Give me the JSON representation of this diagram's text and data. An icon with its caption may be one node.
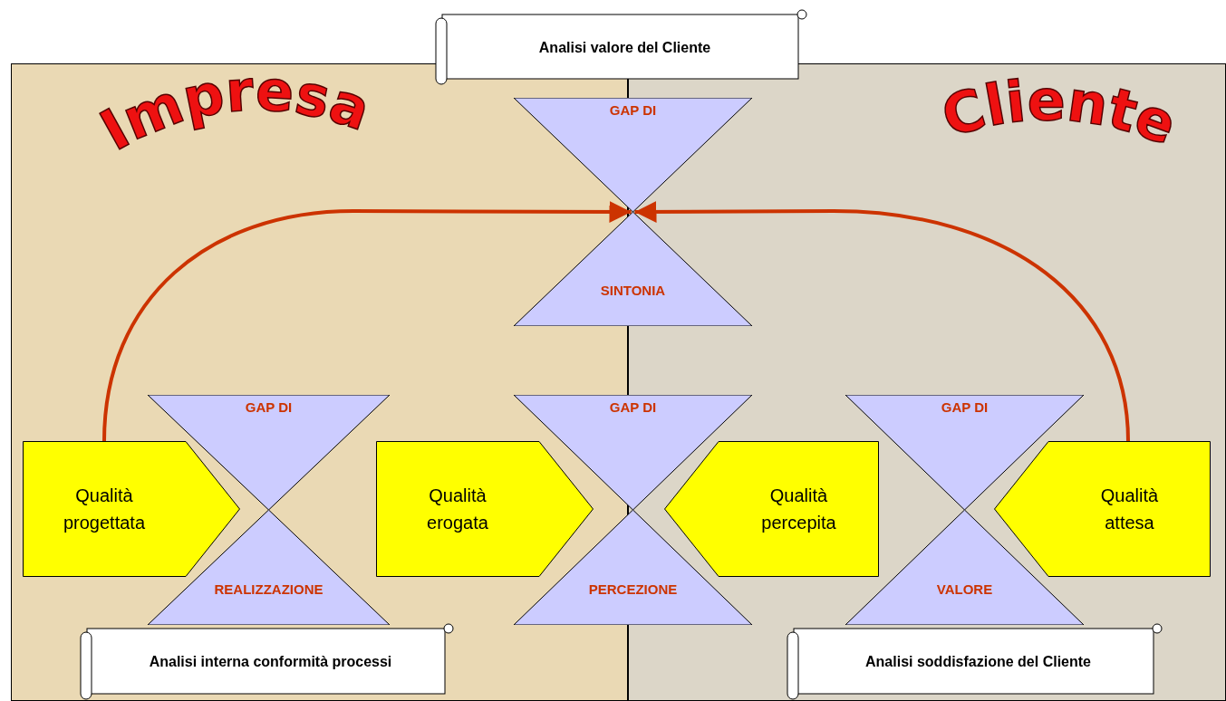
{
  "diagram": {
    "nodes": [
      {
        "text": [
          "Analisi valore del Cliente"
        ]
      },
      {
        "text": [
          "GAP DI",
          "SINTONIA"
        ]
      },
      {
        "text": [
          "Qualità progettata"
        ]
      },
      {
        "text": [
          "GAP DI",
          "REALIZZAZIONE"
        ]
      },
      {
        "text": [
          "Qualità erogata"
        ]
      },
      {
        "text": [
          "GAP DI",
          "PERCEZIONE"
        ]
      },
      {
        "text": [
          "Qualità percepita"
        ]
      },
      {
        "text": [
          "GAP DI",
          "VALORE"
        ]
      },
      {
        "text": [
          "Qualità attesa"
        ]
      },
      {
        "text": [
          "Analisi interna conformità processi"
        ]
      },
      {
        "text": [
          "Analisi soddisfazione del Cliente"
        ]
      }
    ],
    "edges": [
      {
        "from": 2,
        "to": 1,
        "arrow": "to"
      },
      {
        "from": 8,
        "to": 1,
        "arrow": "to"
      }
    ],
    "labels": [
      "Impresa",
      "Cliente"
    ]
  }
}
